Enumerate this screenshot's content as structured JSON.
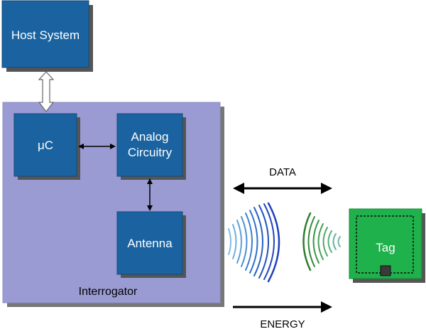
{
  "diagram": {
    "host_system": "Host System",
    "micro_controller": "μC",
    "analog_line1": "Analog",
    "analog_line2": "Circuitry",
    "antenna": "Antenna",
    "interrogator": "Interrogator",
    "tag": "Tag",
    "data_label": "DATA",
    "energy_label": "ENERGY"
  },
  "colors": {
    "box_blue": "#1a63a0",
    "interrogator_fill": "#9a9bd2",
    "tag_green": "#1fb14b",
    "wave_blue": "#1f3fbf",
    "wave_green": "#2f8f2f"
  }
}
